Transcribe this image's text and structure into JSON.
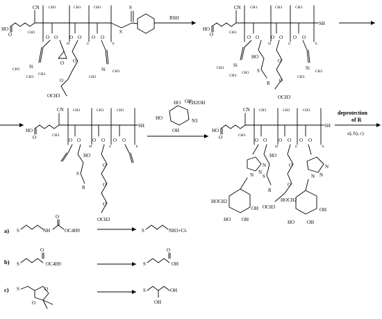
{
  "step_labels": {
    "thiol": "RSH",
    "deprotection": "deprotection",
    "of_r": "of R",
    "conditions": "a), b), c)"
  },
  "groups": {
    "cn": "CN",
    "ch3": "CH3",
    "sh": "SH",
    "s": "S",
    "o": "O",
    "ho": "HO",
    "oh": "OH",
    "r": "R",
    "si": "Si",
    "och3": "OCH3",
    "ch2oh": "CH2OH",
    "hoch2": "HOCH2",
    "n3": "N3",
    "n": "N",
    "m": "m",
    "nn": "n",
    "k": "k"
  },
  "reactions": {
    "a": {
      "label": "a)",
      "reactant": "S–CH2CH2–NH–C(=O)–OC4H9",
      "product": "NH3+Cl-",
      "oc4h9": "OC4H9",
      "nh": "NH"
    },
    "b": {
      "label": "b)",
      "reactant": "S–CH2CH2–C(=O)–OC4H9",
      "product": "OH",
      "oc4h9": "OC4H9"
    },
    "c": {
      "label": "c)",
      "reactant": "S–CH2–(2,2-dimethyl-1,3-dioxolane)",
      "product": "OH / OH"
    }
  },
  "colors": {
    "ink": "#000000",
    "background": "#ffffff"
  }
}
